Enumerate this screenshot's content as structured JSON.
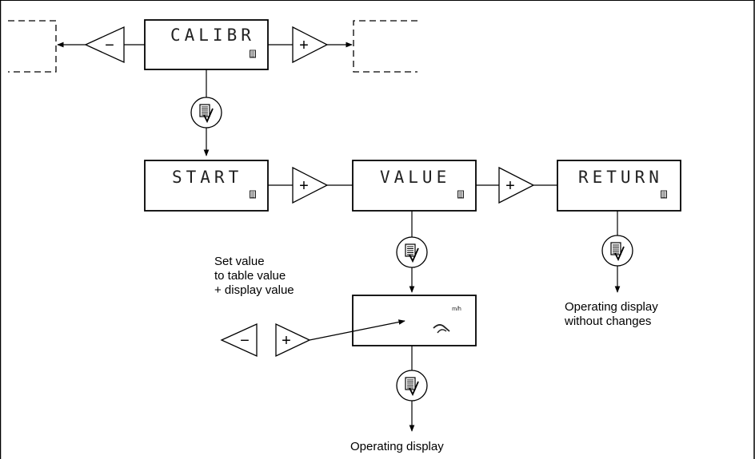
{
  "displays": {
    "calibr": "CALIBR",
    "start": "START",
    "value": "VALUE",
    "return": "RETURN",
    "edit_unit": "m/h"
  },
  "keys": {
    "minus": "−",
    "plus": "+"
  },
  "labels": {
    "set_value": [
      "Set value",
      "to table value",
      "+ display value"
    ],
    "operating_without_changes": [
      "Operating display",
      "without changes"
    ],
    "operating_display": "Operating display"
  },
  "colors": {
    "line": "#000000",
    "display_fill": "#ffffff"
  }
}
